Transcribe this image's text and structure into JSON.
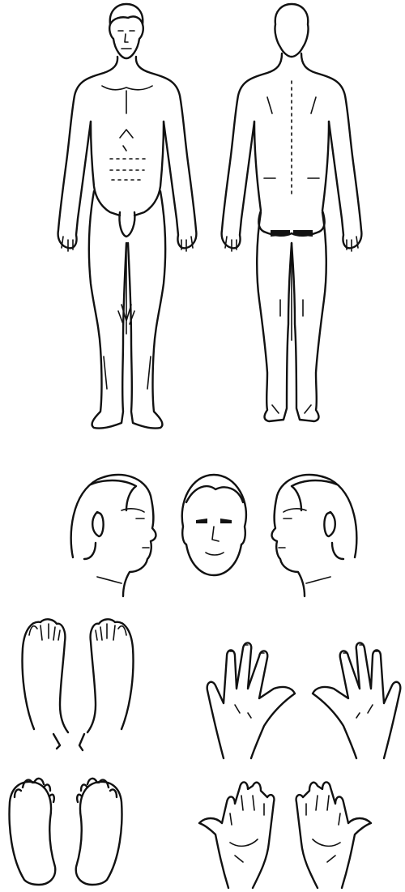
{
  "figure": {
    "kind": "body-map diagram",
    "line_color": "#111111",
    "background": "#ffffff",
    "icons": [
      "male-body-front",
      "male-body-back",
      "head-right-profile",
      "head-front",
      "head-left-profile",
      "feet-dorsal",
      "feet-plantar",
      "hands-dorsal",
      "hands-palmar"
    ]
  }
}
